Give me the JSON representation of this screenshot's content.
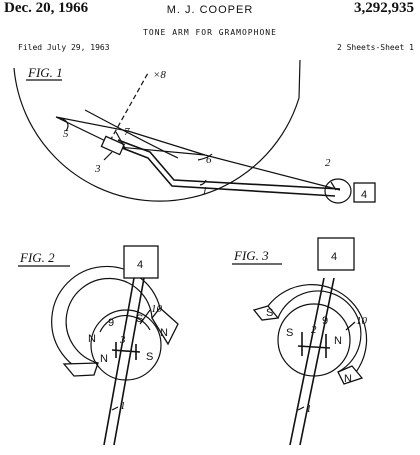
{
  "header": {
    "date": "Dec. 20, 1966",
    "inventor": "M. J. COOPER",
    "patent_number": "3,292,935",
    "title": "TONE ARM FOR GRAMOPHONE",
    "filed": "Filed July 29, 1963",
    "sheets": "2 Sheets-Sheet 1"
  },
  "fig1": {
    "label": "FIG. 1",
    "refs": {
      "r1": "1",
      "r2": "2",
      "r3": "3",
      "r4": "4",
      "r5": "5",
      "r6": "6",
      "r7": "7",
      "r8": "×8"
    }
  },
  "fig2": {
    "label": "FIG. 2",
    "refs": {
      "r1": "1",
      "r4": "4",
      "r9": "9",
      "r10": "10",
      "rS1": "S",
      "rS2": "S",
      "rN1": "N",
      "rN2": "N",
      "rN3": "N",
      "r3": "3"
    }
  },
  "fig3": {
    "label": "FIG. 3",
    "refs": {
      "r1": "1",
      "r4": "4",
      "r9": "9",
      "r10": "10",
      "rS1": "S",
      "rS2": "S",
      "rN1": "N",
      "rN2": "N",
      "r2": "2"
    }
  }
}
